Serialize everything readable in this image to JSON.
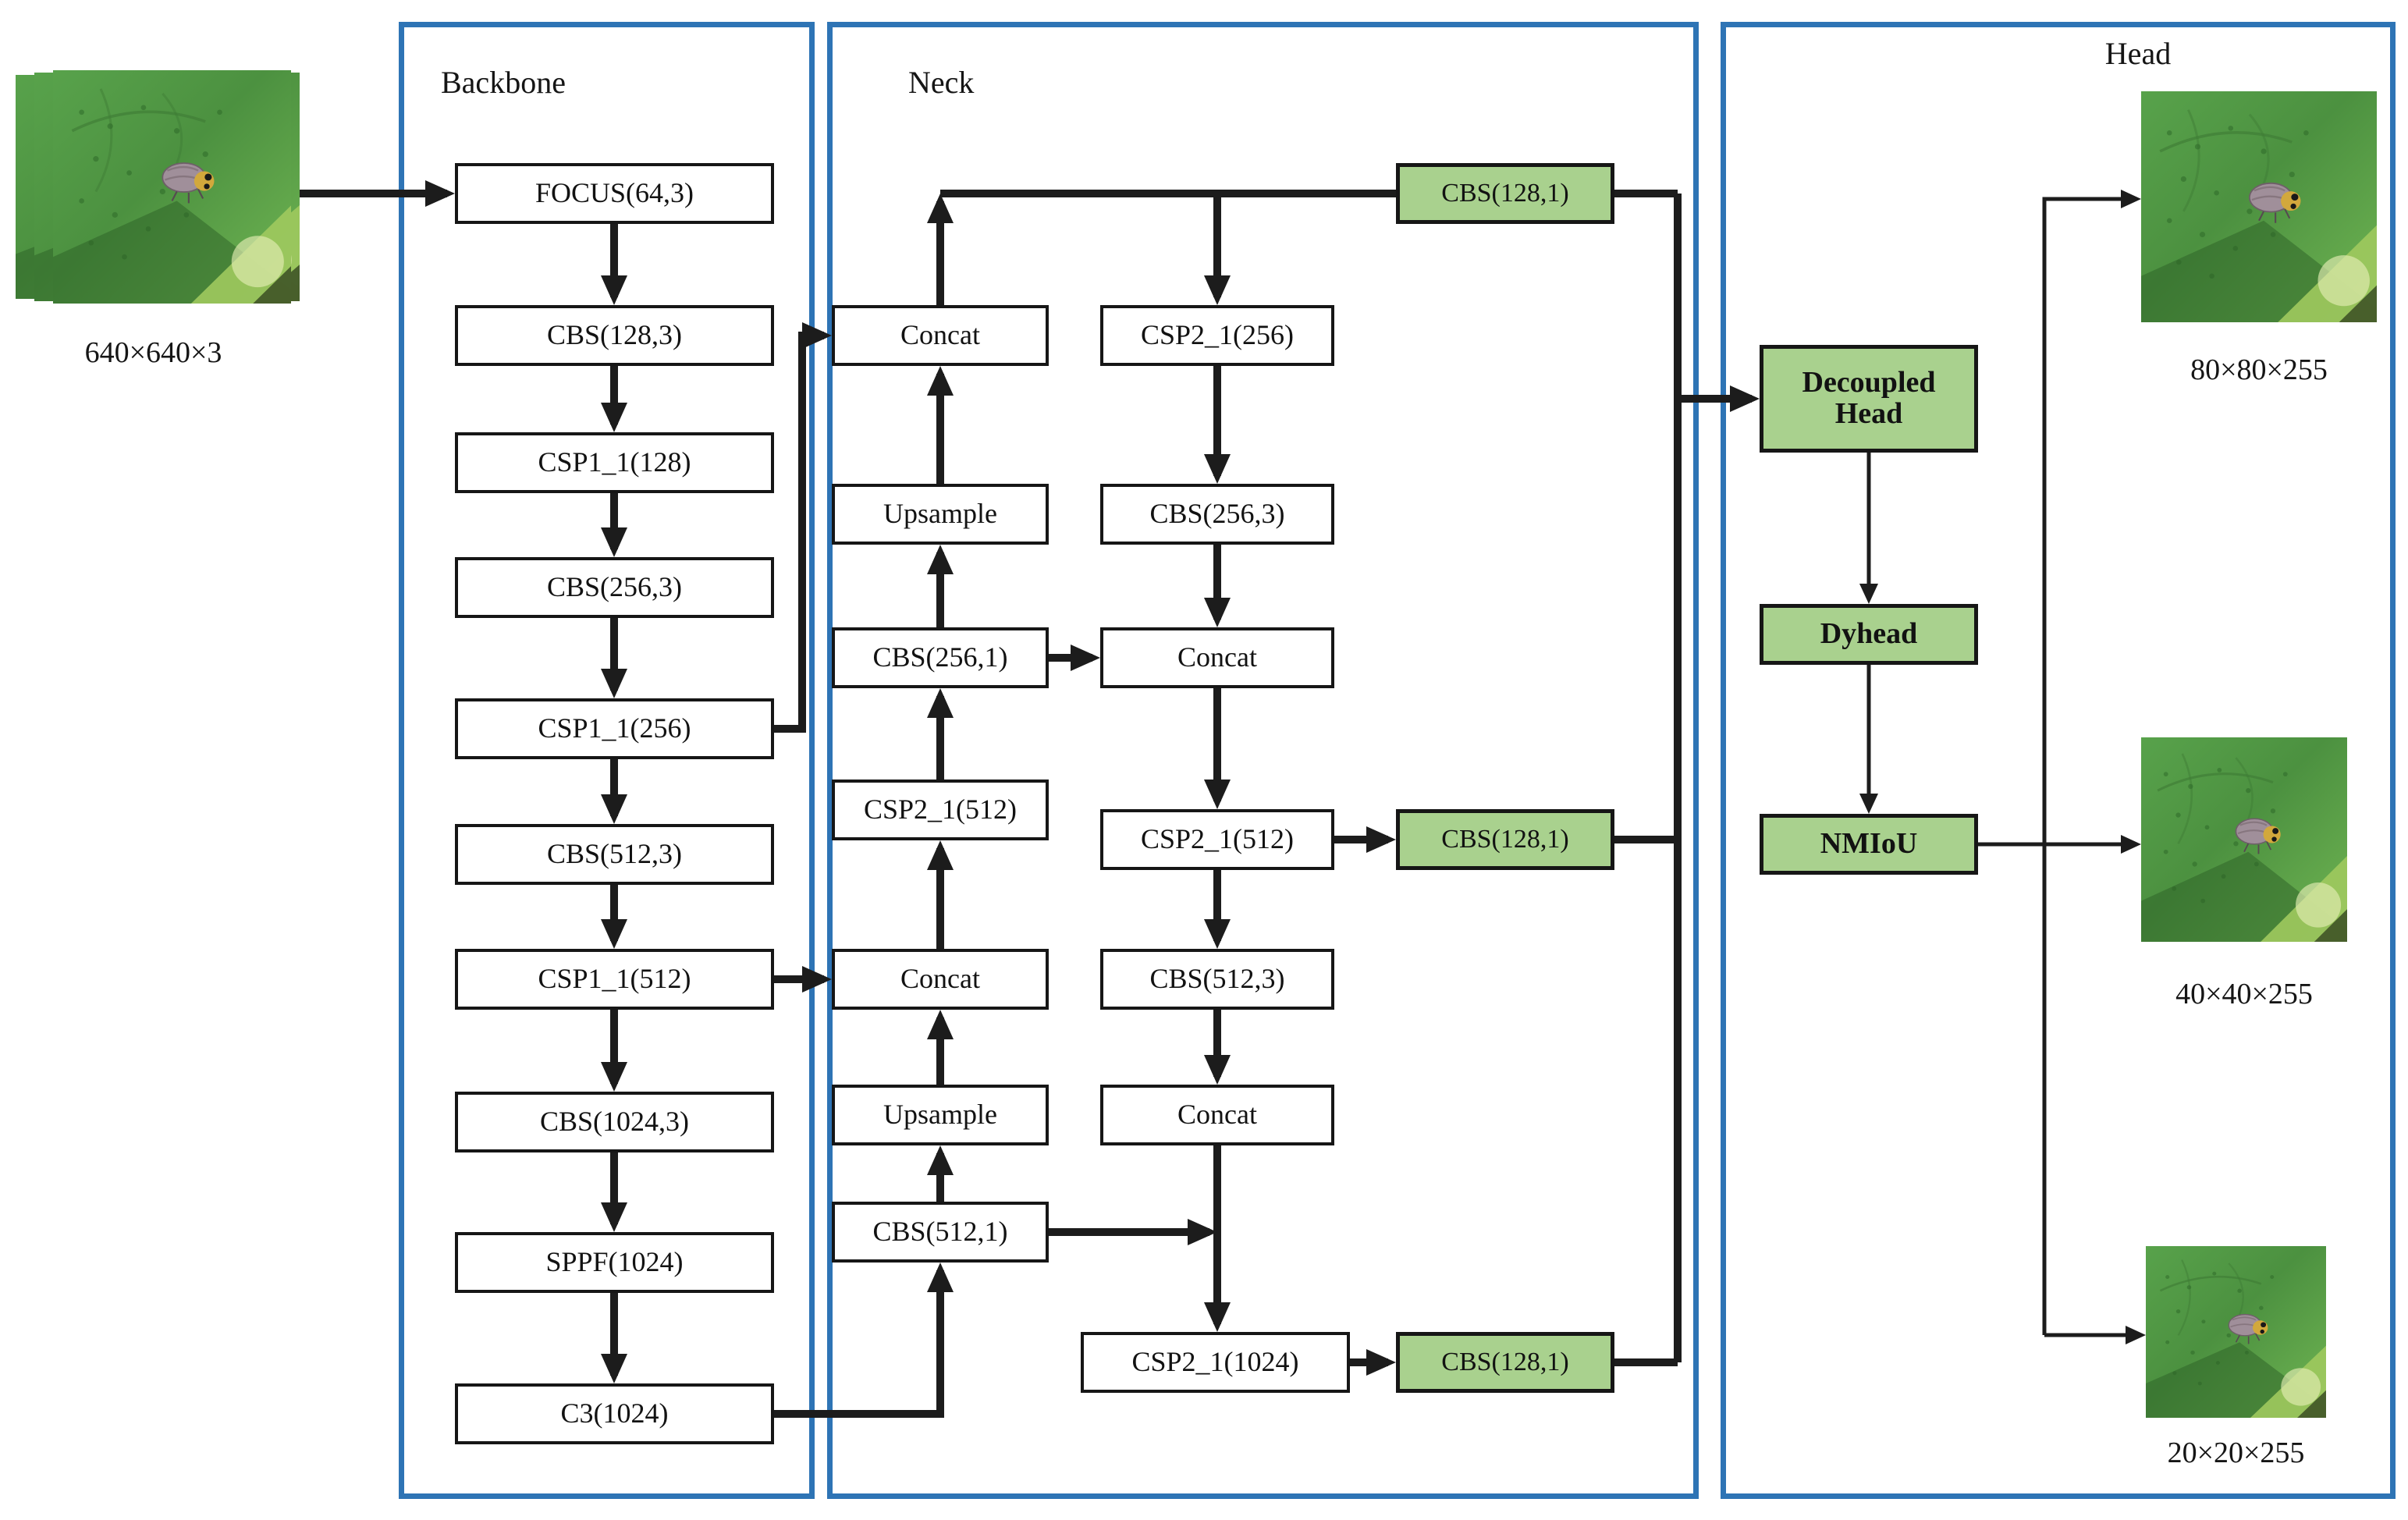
{
  "diagram": {
    "sections": [
      {
        "title": "Backbone"
      },
      {
        "title": "Neck"
      },
      {
        "title": "Head"
      }
    ],
    "input_label": "640×640×3",
    "backbone_nodes": [
      "FOCUS(64,3)",
      "CBS(128,3)",
      "CSP1_1(128)",
      "CBS(256,3)",
      "CSP1_1(256)",
      "CBS(512,3)",
      "CSP1_1(512)",
      "CBS(1024,3)",
      "SPPF(1024)",
      "C3(1024)"
    ],
    "neck_left_nodes": [
      "Concat",
      "Upsample",
      "CBS(256,1)",
      "CSP2_1(512)",
      "Concat",
      "Upsample",
      "CBS(512,1)"
    ],
    "neck_right_nodes": [
      "CSP2_1(256)",
      "CBS(256,3)",
      "Concat",
      "CSP2_1(512)",
      "CBS(512,3)",
      "Concat",
      "CSP2_1(1024)"
    ],
    "neck_output_nodes": [
      "CBS(128,1)",
      "CBS(128,1)",
      "CBS(128,1)"
    ],
    "head_nodes": [
      "Decoupled Head",
      "Dyhead",
      "NMIoU"
    ],
    "output_labels": [
      "80×80×255",
      "40×40×255",
      "20×20×255"
    ],
    "colors": {
      "node_green": "#a9d18e",
      "frame_blue": "#2e74b5",
      "connector": "#1c1c1c"
    }
  }
}
